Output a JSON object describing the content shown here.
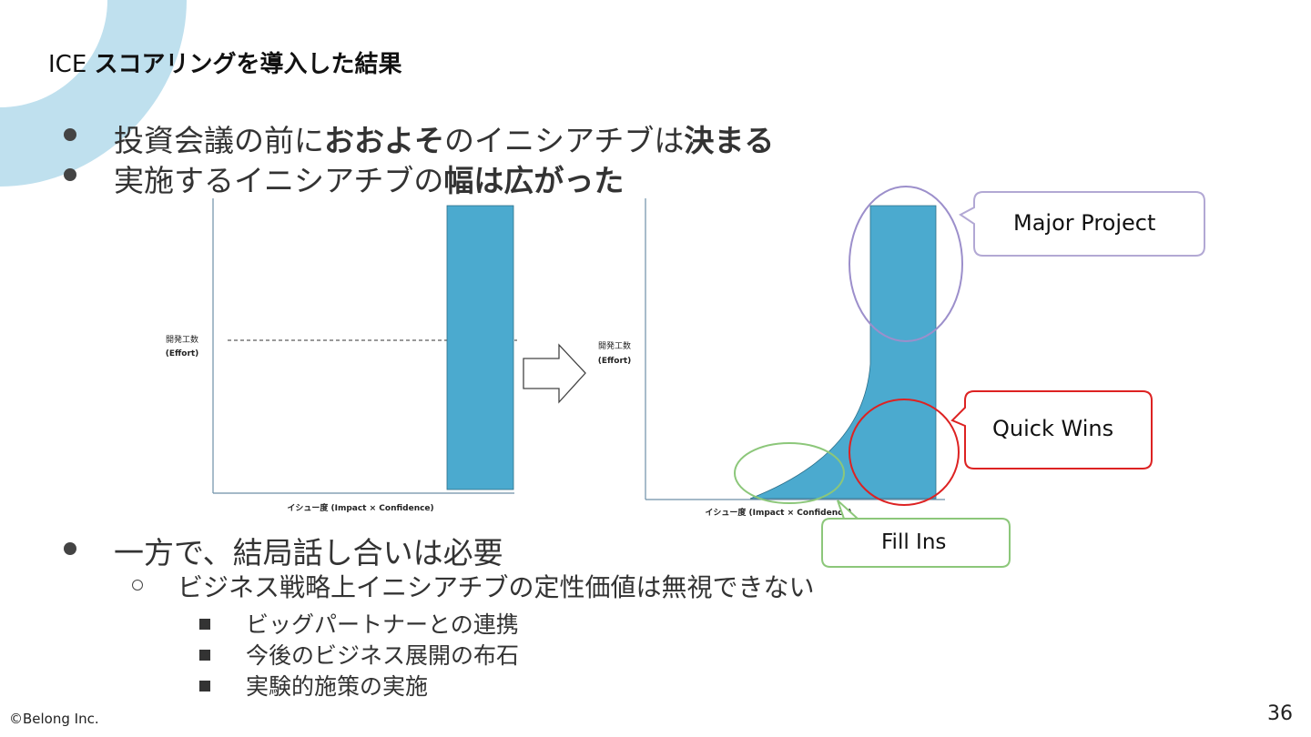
{
  "slide": {
    "title_prefix": "ICE",
    "title_bold": "スコアリングを導入した結果",
    "footer": "©Belong Inc.",
    "page_number": "36"
  },
  "bullets": {
    "b1_normal1": "投資会議の前に",
    "b1_bold1": "おおよそ",
    "b1_normal2": "のイニシアチブは",
    "b1_bold2": "決まる",
    "b2_normal": "実施するイニシアチブの",
    "b2_bold": "幅は広がった",
    "b3": "一方で、結局話し合いは必要",
    "b3_sub": "ビジネス戦略上イニシアチブの定性価値は無視できない",
    "b3_sub_items": [
      "ビッグパートナーとの連携",
      "今後のビジネス展開の布石",
      "実験的施策の実施"
    ]
  },
  "charts": {
    "left": {
      "ylabel_line1": "開発工数",
      "ylabel_line2": "(Effort)",
      "xlabel": "イシュー度 (Impact × Confidence)"
    },
    "right": {
      "ylabel_line1": "開発工数",
      "ylabel_line2": "(Effort)",
      "xlabel": "イシュー度 (Impact × Confidence)"
    }
  },
  "callouts": {
    "major_project": "Major Project",
    "quick_wins": "Quick Wins",
    "fill_ins": "Fill Ins"
  },
  "colors": {
    "accent_blue": "#4BAACF",
    "deco_blue": "#BFE0EE",
    "major_project_outline": "#9C8FCB",
    "quick_wins_outline": "#DD2222",
    "fill_ins_outline": "#8CC77A"
  }
}
